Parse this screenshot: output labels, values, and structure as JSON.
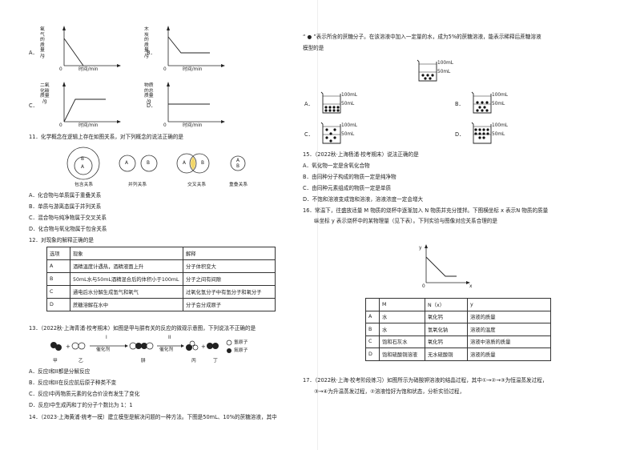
{
  "left": {
    "graphs": [
      {
        "letter": "A",
        "ylabel": "氧\n气\n的\n质\n量\n/g",
        "origin": "0",
        "xlabel": "时间/min",
        "shape": "down-to-zero"
      },
      {
        "letter": "B",
        "ylabel": "木\n炭\n的\n质\n量\n/g",
        "origin": "0",
        "xlabel": "时间/min",
        "shape": "down-flat"
      },
      {
        "letter": "C",
        "ylabel": "二氧\n化碳\n质量\n/g",
        "origin": "0",
        "xlabel": "时间/min",
        "shape": "up-flat"
      },
      {
        "letter": "D",
        "ylabel": "物质\n的总\n质量\n/g",
        "origin": "0",
        "xlabel": "时间/min",
        "shape": "flat"
      }
    ],
    "q11": {
      "stem": "11．化学概念在逻辑上存在如图关系，对下列概念的说法正确的是",
      "diagrams": [
        {
          "caption": "包含关系",
          "a": "A",
          "b": "B"
        },
        {
          "caption": "并列关系",
          "a": "A",
          "b": "B"
        },
        {
          "caption": "交叉关系",
          "a": "A",
          "b": "B"
        },
        {
          "caption": "重叠关系",
          "a": "A",
          "b": "B"
        }
      ],
      "options": [
        "A．化合物与单质属于重叠关系",
        "B．单质与游离态属于并列关系",
        "C．混合物与纯净物属于交叉关系",
        "D．化合物与氧化物属于包含关系"
      ]
    },
    "q12": {
      "stem": "12．对现象的解释正确的是",
      "headers": [
        "选项",
        "现象",
        "解释"
      ],
      "rows": [
        [
          "A",
          "酒精温度计遇热，酒精液面上升",
          "分子体积变大"
        ],
        [
          "B",
          "50mL水与50mL酒精混合后的体积小于100mL",
          "分子之间有间隙"
        ],
        [
          "C",
          "通电后水分解生成氢气和氧气",
          "过氧化氢分子中有氢分子和氧分子"
        ],
        [
          "D",
          "蔗糖溶解在水中",
          "分子会分成原子"
        ]
      ]
    },
    "q13": {
      "stem": "13．（2022秋·上海青浦·校考期末）如图是甲与肼有关的反应的微观示意图，下列说法不正确的是",
      "step1": "I",
      "step2": "II",
      "catalyst1": "催化剂",
      "catalyst2": "催化剂",
      "labels": [
        "甲",
        "乙",
        "肼",
        "丙",
        "丁"
      ],
      "legend": [
        "氢原子",
        "氮原子"
      ],
      "options": [
        "A．反应I和II都是分解反应",
        "B．反应I和II在反应前后原子种类不变",
        "C．反应I中丙物质元素的化合价没有发生了变化",
        "D．反应I中生成丙和丁的分子个数比为 1：1"
      ]
    },
    "q14": {
      "stem": "14．（2023·上海黄浦·统考一模）建立模型是解决问题的一种方法。下图是50mL、10%的蔗糖溶液，其中"
    }
  },
  "right": {
    "q14_cont": {
      "line1": "“ ● ”表示所含的蔗糖分子。在该溶液中加入一定量的水，成为5%的蔗糖溶液，能表示稀释后蔗糖溶液",
      "line2": "模型的是",
      "top_beaker": {
        "top": "100mL",
        "bottom": "50mL"
      },
      "choices": [
        {
          "letter": "A．",
          "top": "100mL",
          "bottom": "50mL"
        },
        {
          "letter": "B．",
          "top": "100mL",
          "bottom": "50mL"
        },
        {
          "letter": "C．",
          "top": "100mL",
          "bottom": "50mL"
        },
        {
          "letter": "D．",
          "top": "100mL",
          "bottom": "50mL"
        }
      ]
    },
    "q15": {
      "stem": "15．（2022秋·上海杨浦·校考期末）说法正确的是",
      "options": [
        "A．氧化物一定是含氧化合物",
        "B．由同种分子构成的物质一定是纯净物",
        "C．由同种元素组成的物质一定是单质",
        "D．不饱和溶液变成饱和溶液，溶液浓度一定会增大"
      ]
    },
    "q16": {
      "line1": "16．常温下，往盛放适量 M 物质的烧杯中逐渐加入 N 物质并充分搅拌。下图横坐标 x 表示N 物质的质量",
      "line2": "纵坐标 y 表示烧杯中的某物理量（见下表）。下列实验与图像对应关系合理的是",
      "axis_y": "y",
      "axis_x": "x",
      "origin": "0",
      "headers": [
        "",
        "M",
        "N（x）",
        "y"
      ],
      "rows": [
        [
          "A",
          "水",
          "氧化钙",
          "溶液的质量"
        ],
        [
          "B",
          "水",
          "氢氧化钠",
          "溶液的温度"
        ],
        [
          "C",
          "饱和石灰水",
          "氧化钙",
          "溶液中溶质的质量"
        ],
        [
          "D",
          "饱和硫酸铜溶液",
          "无水硫酸铜",
          "溶液的质量"
        ]
      ]
    },
    "q17": {
      "line1": "17．（2022秋·上海·校考阶段练习）如图所示为硝酸钾溶液的结晶过程，其中①→②→③为恒温蒸发过程，",
      "line2": "③→④为升温蒸发过程，②溶液恰好为饱和状态，分析实验过程，"
    }
  }
}
